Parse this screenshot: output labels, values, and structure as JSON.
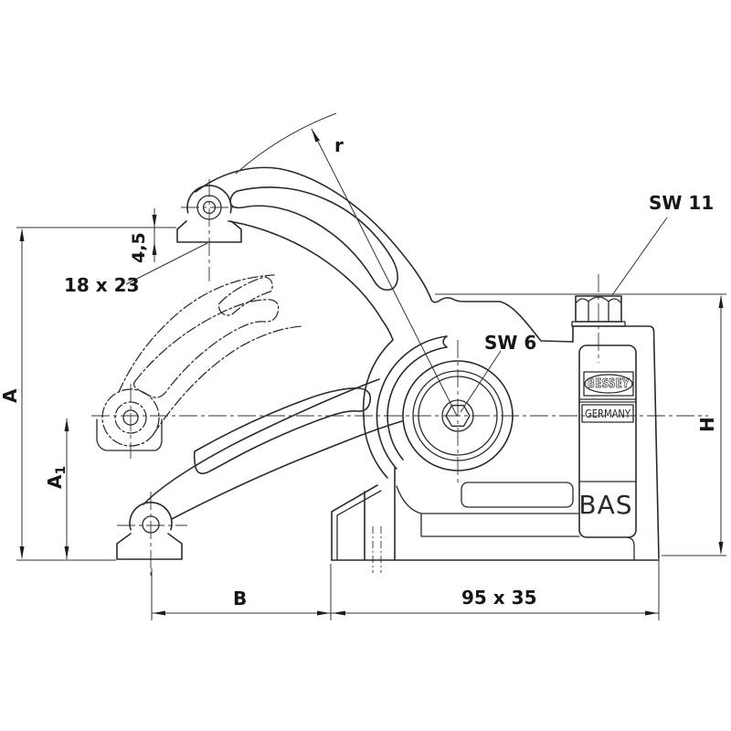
{
  "drawing": {
    "type": "technical-dimension-drawing",
    "product_family": "BAS",
    "brand": "BESSEY",
    "origin_label": "GERMANY",
    "colors": {
      "line": "#2a2a2a",
      "background": "#ffffff"
    },
    "labels": {
      "radius": "r",
      "spindle_wrench": "SW 11",
      "arm_socket_wrench": "SW 6",
      "pad_size": "18 x 23",
      "pad_offset": "4,5",
      "dim_a": "A",
      "dim_a1_base": "A",
      "dim_a1_sub": "1",
      "dim_b": "B",
      "dim_h": "H",
      "base_size": "95 x 35"
    }
  }
}
